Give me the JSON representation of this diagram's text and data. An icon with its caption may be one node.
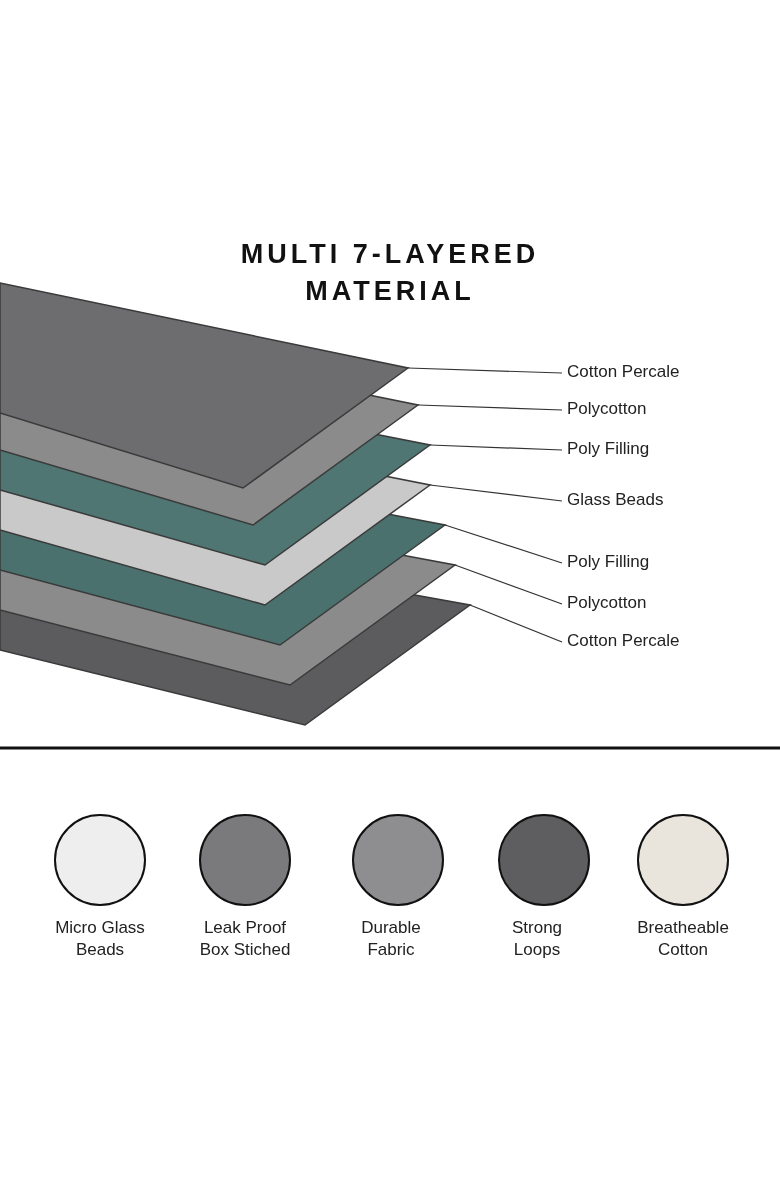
{
  "diagram": {
    "title": "MULTI 7-LAYERED MATERIAL",
    "nodes": [
      {
        "text": [],
        "shape": "picture"
      },
      {
        "text": [],
        "shape": "picture"
      },
      {
        "text": [],
        "shape": "picture"
      },
      {
        "text": [],
        "shape": "picture"
      },
      {
        "text": [],
        "shape": "picture"
      },
      {
        "text": [],
        "shape": "picture"
      },
      {
        "text": [],
        "shape": "picture"
      },
      {
        "text": [
          "Cotton Percale"
        ]
      },
      {
        "text": [
          "Polycotton"
        ]
      },
      {
        "text": [
          "Poly Filling"
        ]
      },
      {
        "text": [
          "Glass Beads"
        ]
      },
      {
        "text": [
          "Poly Filling"
        ]
      },
      {
        "text": [
          "Polycotton"
        ]
      },
      {
        "text": [
          "Cotton Percale"
        ]
      },
      {
        "text": [
          "Micro Glass Beads"
        ]
      },
      {
        "text": [
          "Leak Proof Box Stiched"
        ]
      },
      {
        "text": [
          "Durable Fabric"
        ]
      },
      {
        "text": [
          "Strong Loops"
        ]
      },
      {
        "text": [
          "Breatheable Cotton"
        ]
      }
    ],
    "edges": [
      {
        "from": 7,
        "to": 0,
        "arrow": "none"
      },
      {
        "from": 8,
        "to": 1,
        "arrow": "none"
      },
      {
        "from": 9,
        "to": 2,
        "arrow": "none"
      },
      {
        "from": 10,
        "to": 3,
        "arrow": "none"
      },
      {
        "from": 11,
        "to": 4,
        "arrow": "none"
      },
      {
        "from": 12,
        "to": 5,
        "arrow": "none"
      },
      {
        "from": 13,
        "to": 6,
        "arrow": "none"
      }
    ]
  }
}
